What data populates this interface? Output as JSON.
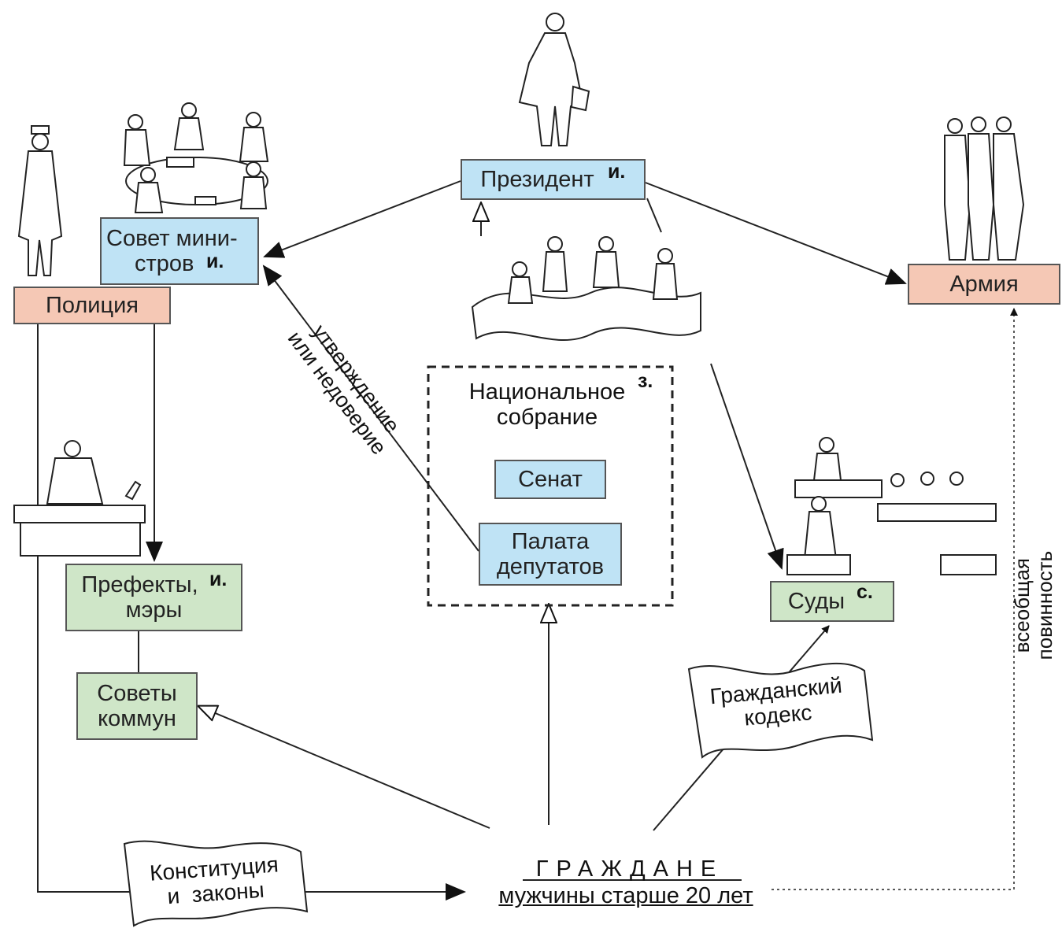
{
  "nodes": {
    "president": {
      "label": "Президент",
      "mark": "и."
    },
    "army": {
      "label": "Армия"
    },
    "council": {
      "line1": "Совет мини-",
      "line2": "стров",
      "mark": "и."
    },
    "police": {
      "label": "Полиция"
    },
    "national_assembly": {
      "line1": "Национальное",
      "line2": "собрание",
      "mark": "з."
    },
    "senate": {
      "label": "Сенат"
    },
    "chamber": {
      "line1": "Палата",
      "line2": "депутатов"
    },
    "courts": {
      "label": "Суды",
      "mark": "с."
    },
    "prefects": {
      "line1": "Префекты,",
      "line2": "мэры",
      "mark": "и."
    },
    "communes": {
      "line1": "Советы",
      "line2": "коммун"
    },
    "citizens": {
      "title": "ГРАЖДАНЕ",
      "subtitle": "мужчины старше 20 лет"
    }
  },
  "flags": {
    "constitution": {
      "line1": "Конституция",
      "line2": "и  законы"
    },
    "civil_code": {
      "line1": "Гражданский",
      "line2": "кодекс"
    }
  },
  "edge_labels": {
    "confidence": {
      "line1": "утверждение",
      "line2": "или недоверие"
    },
    "conscription": "всеобщая повинность"
  },
  "illustrations": [
    "president-figure-icon",
    "ministers-table-icon",
    "policeman-figure-icon",
    "soldiers-icon",
    "parliament-icon",
    "court-icon",
    "prefect-desk-icon"
  ],
  "colors": {
    "executive": "#bfe3f5",
    "force": "#f5c8b5",
    "local": "#cfe6c8",
    "line": "#222222"
  }
}
